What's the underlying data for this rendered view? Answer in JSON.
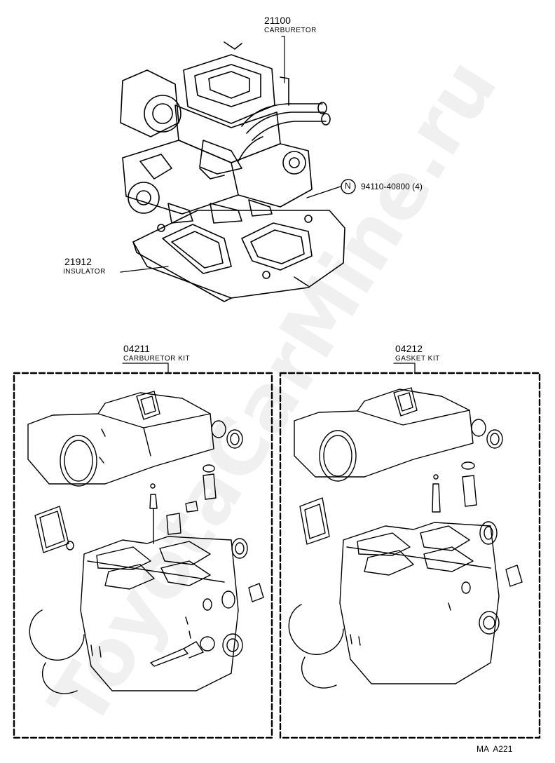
{
  "parts": {
    "carburetor": {
      "number": "21100",
      "name": "CARBURETOR"
    },
    "insulator": {
      "number": "21912",
      "name": "INSULATOR"
    },
    "nut": {
      "symbol": "N",
      "number": "94110-40800 (4)"
    },
    "carburetor_kit": {
      "number": "04211",
      "name": "CARBURETOR KIT"
    },
    "gasket_kit": {
      "number": "04212",
      "name": "GASKET KIT"
    }
  },
  "footer_code": "MA  A221",
  "watermark": "ToyotaCarMine.ru",
  "colors": {
    "ink": "#000000",
    "paper": "#ffffff"
  }
}
